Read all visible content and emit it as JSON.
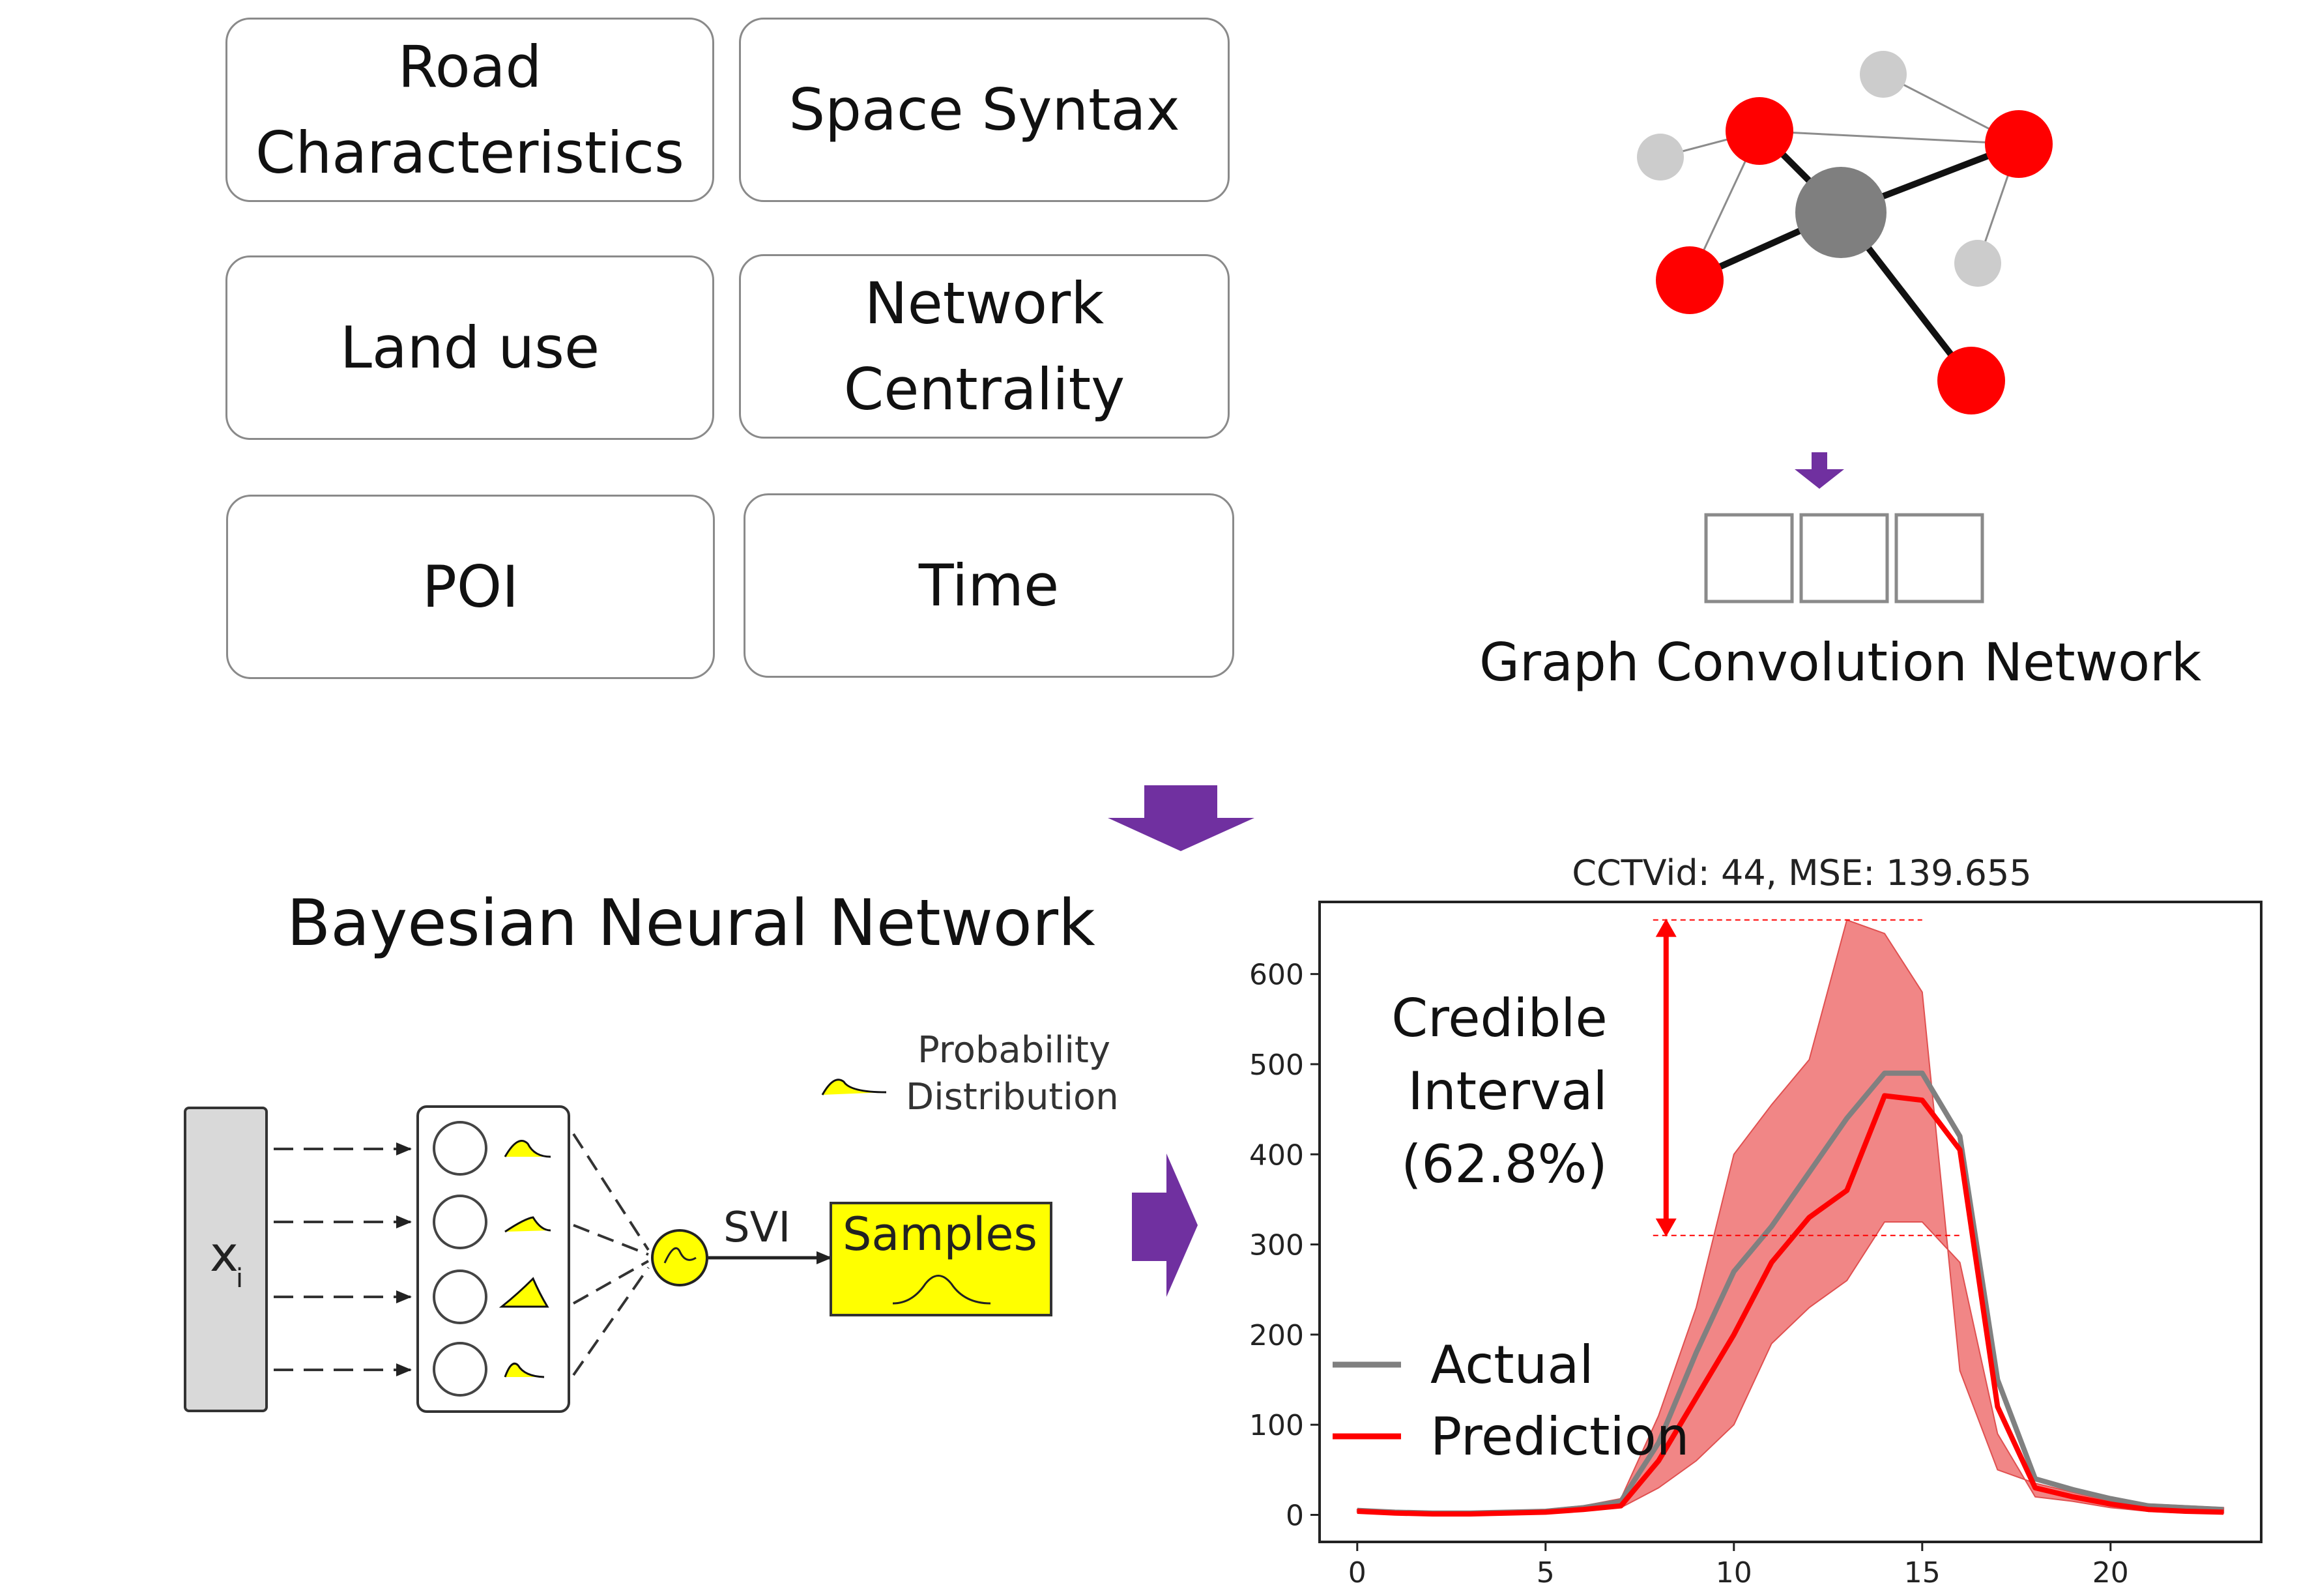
{
  "features": {
    "road": "Road\nCharacteristics",
    "space_syntax": "Space Syntax",
    "land_use": "Land use",
    "network_centrality": "Network\nCentrality",
    "poi": "POI",
    "time": "Time"
  },
  "gcn": {
    "label": "Graph Convolution Network"
  },
  "bnn": {
    "label": "Bayesian Neural Network",
    "input_label": "x",
    "input_subscript": "i",
    "legend_line1": "Probability",
    "legend_line2": "Distribution",
    "svi_label": "SVI",
    "samples_label": "Samples"
  },
  "chart_data": {
    "type": "line",
    "title": "CCTVid: 44, MSE: 139.655",
    "xlabel": "",
    "ylabel": "",
    "xlim": [
      -1,
      24
    ],
    "ylim": [
      -30,
      680
    ],
    "xticks": [
      0,
      5,
      10,
      15,
      20
    ],
    "yticks": [
      0,
      100,
      200,
      300,
      400,
      500,
      600
    ],
    "x": [
      0,
      1,
      2,
      3,
      4,
      5,
      6,
      7,
      8,
      9,
      10,
      11,
      12,
      13,
      14,
      15,
      16,
      17,
      18,
      19,
      20,
      21,
      22,
      23
    ],
    "series": [
      {
        "name": "Actual",
        "color": "#808080",
        "values": [
          5,
          3,
          2,
          2,
          3,
          4,
          8,
          15,
          80,
          180,
          270,
          320,
          380,
          440,
          490,
          490,
          420,
          150,
          40,
          28,
          18,
          10,
          8,
          6
        ]
      },
      {
        "name": "Prediction",
        "color": "#ff0000",
        "values": [
          4,
          2,
          1,
          1,
          2,
          3,
          6,
          10,
          60,
          130,
          200,
          280,
          330,
          360,
          465,
          460,
          405,
          120,
          30,
          20,
          12,
          6,
          4,
          3
        ]
      }
    ],
    "interval": {
      "color": "#f08080",
      "lower": [
        3,
        1,
        0,
        0,
        1,
        2,
        5,
        8,
        30,
        60,
        100,
        190,
        230,
        260,
        325,
        325,
        280,
        90,
        20,
        15,
        8,
        4,
        2,
        2
      ],
      "upper": [
        6,
        4,
        3,
        3,
        4,
        6,
        10,
        18,
        110,
        230,
        400,
        455,
        505,
        660,
        645,
        580,
        160,
        50,
        35,
        25,
        15,
        12,
        10,
        8
      ]
    },
    "annotation": {
      "text_line1": "Credible",
      "text_line2": "Interval",
      "text_line3": "(62.8%)",
      "upper_value": 660,
      "lower_value": 310,
      "color": "#ff0000"
    },
    "legend": {
      "position": "lower-left"
    }
  },
  "colors": {
    "arrow": "#7030a0",
    "node_red": "#ff0000",
    "node_center": "#7f7f7f",
    "node_light": "#cccccc",
    "samples_fill": "#ffff00",
    "input_bar": "#d9d9d9"
  }
}
